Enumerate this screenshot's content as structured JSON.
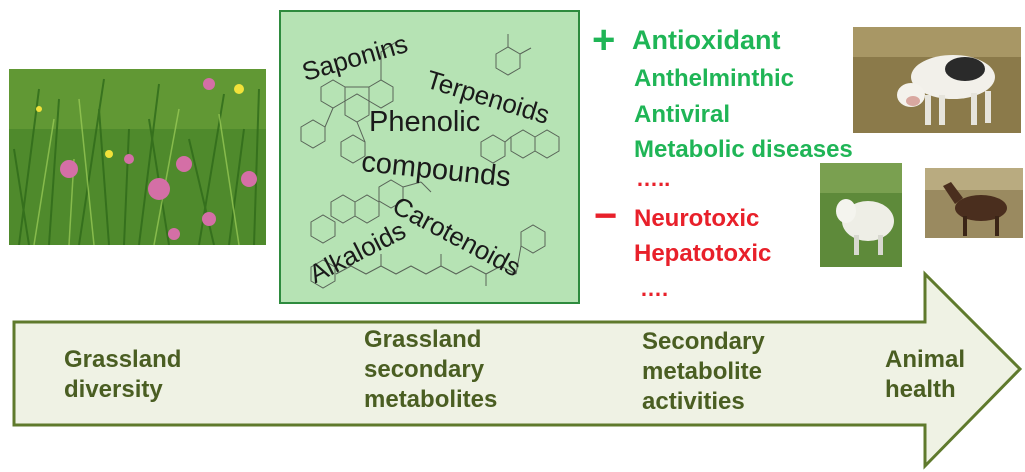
{
  "compounds": {
    "names": [
      "Saponins",
      "Terpenoids",
      "Phenolic",
      "compounds",
      "Carotenoids",
      "Alkaloids"
    ]
  },
  "effects": {
    "positive_sign": "+",
    "negative_sign": "−",
    "positive": [
      "Antioxidant",
      "Anthelminthic",
      "Antiviral",
      "Metabolic diseases",
      "….."
    ],
    "negative": [
      "Neurotoxic",
      "Hepatotoxic",
      "…."
    ]
  },
  "stages": [
    {
      "label": "Grassland diversity"
    },
    {
      "label": "Grassland secondary metabolites"
    },
    {
      "label": "Secondary metabolite activities"
    },
    {
      "label": "Animal health"
    }
  ],
  "colors": {
    "positive": "#1fb556",
    "negative": "#e8202a",
    "box_fill": "#b6e3b4",
    "arrow_fill": "#eff2e4",
    "arrow_stroke": "#5f7a2c",
    "stage_text": "#4a5e22"
  },
  "photos": {
    "meadow": "meadow-flowers-photo",
    "cow": "cow-photo",
    "sheep": "sheep-photo",
    "horse": "horse-photo"
  }
}
